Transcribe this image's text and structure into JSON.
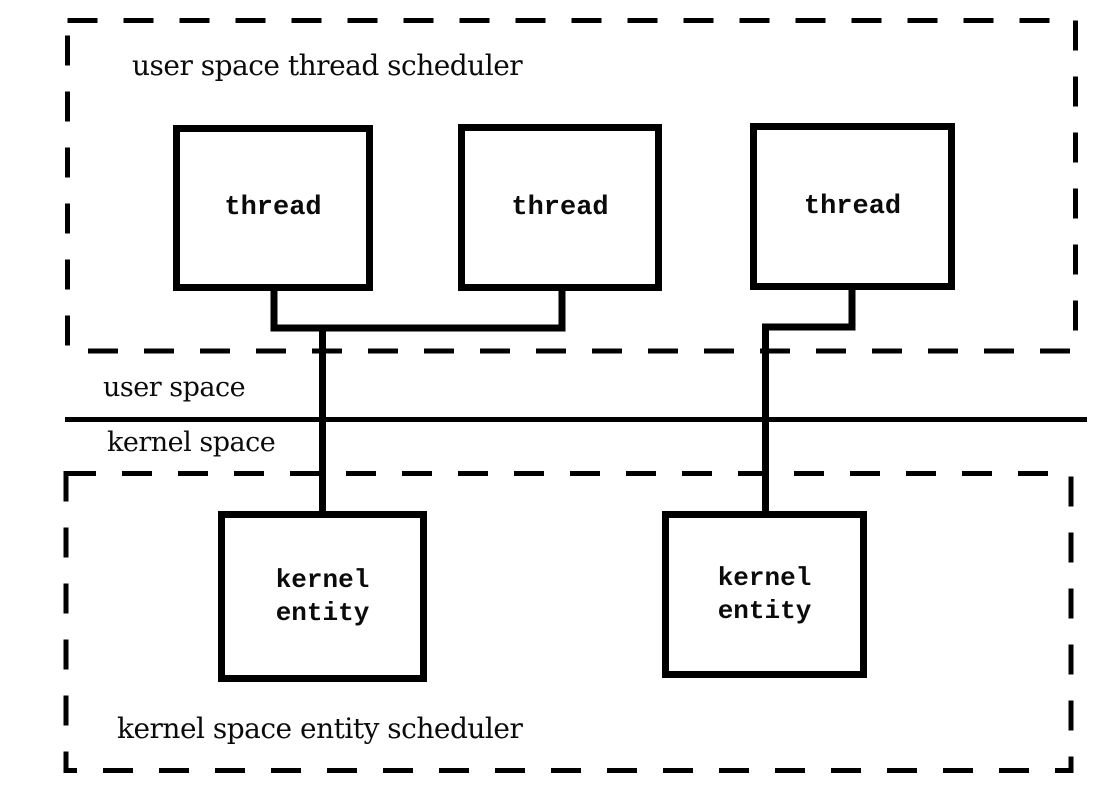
{
  "diagram": {
    "user_scheduler_label": "user space thread scheduler",
    "kernel_scheduler_label": "kernel space entity scheduler",
    "boundary": {
      "above_label": "user space",
      "below_label": "kernel space"
    },
    "threads": [
      "thread",
      "thread",
      "thread"
    ],
    "kernel_entities": [
      "kernel\nentity",
      "kernel\nentity"
    ],
    "colors": {
      "line": "#000000",
      "background": "#ffffff"
    }
  }
}
